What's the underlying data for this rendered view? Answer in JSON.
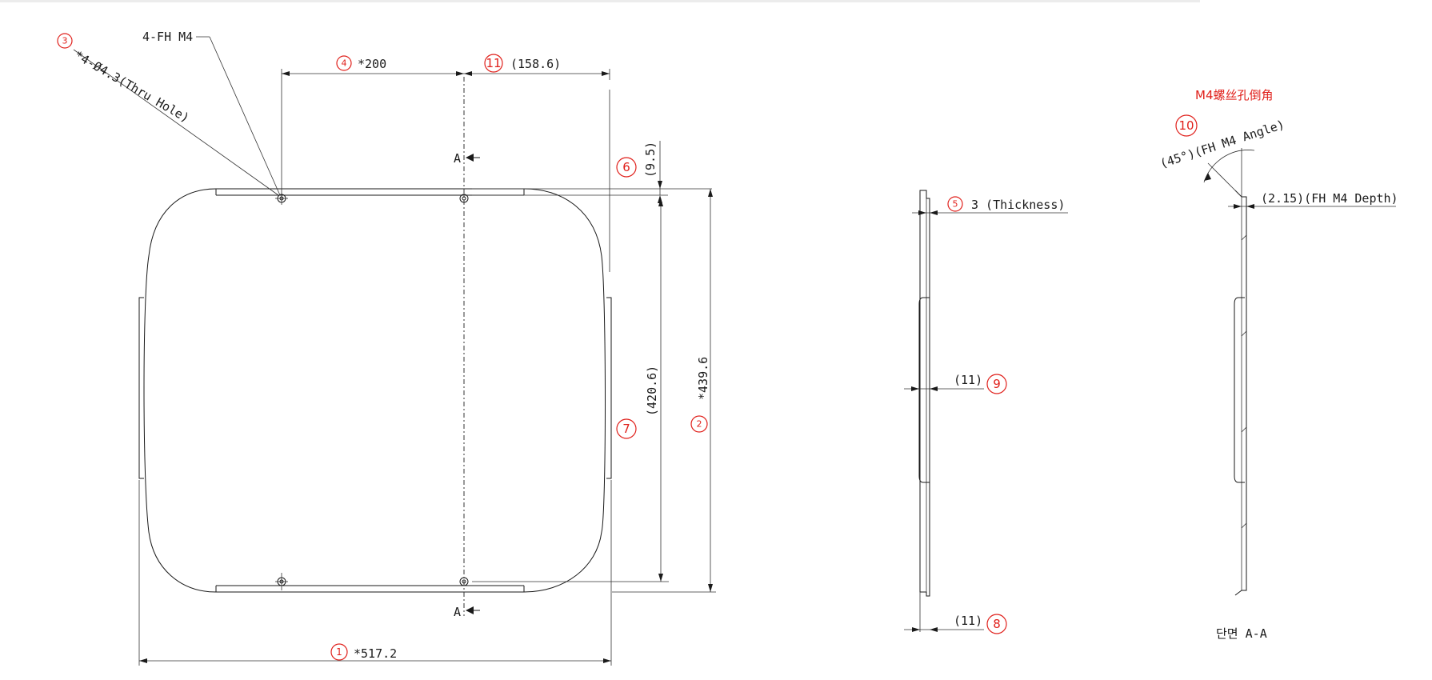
{
  "colors": {
    "line": "#1a1a1a",
    "annotation": "#e0201b",
    "background": "#ffffff"
  },
  "front_view": {
    "callout_fh": "4-FH M4",
    "callout_hole": "*4-Ø4.3(Thru Hole)",
    "dim_200": "*200",
    "dim_158": "(158.6)",
    "dim_9_5": "(9.5)",
    "dim_420": "(420.6)",
    "dim_439": "*439.6",
    "dim_517": "*517.2",
    "section_mark": "A"
  },
  "side_view": {
    "thickness": "3 (Thickness)",
    "dim_11_upper": "(11)",
    "dim_11_lower": "(11)"
  },
  "section_view": {
    "note_cn": "M4螺丝孔倒角",
    "angle": "(45°)(FH M4 Angle)",
    "depth": "(2.15)(FH M4 Depth)",
    "title": "단면 A-A"
  },
  "balloons": [
    "1",
    "2",
    "3",
    "4",
    "5",
    "6",
    "7",
    "8",
    "9",
    "10",
    "11"
  ]
}
